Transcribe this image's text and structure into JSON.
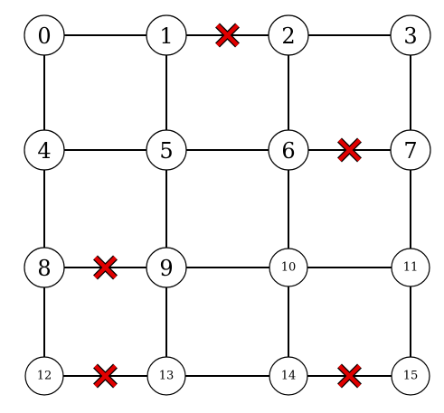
{
  "graph": {
    "nodes": [
      {
        "label": "0",
        "row": 0,
        "col": 0
      },
      {
        "label": "1",
        "row": 0,
        "col": 1
      },
      {
        "label": "2",
        "row": 0,
        "col": 2
      },
      {
        "label": "3",
        "row": 0,
        "col": 3
      },
      {
        "label": "4",
        "row": 1,
        "col": 0
      },
      {
        "label": "5",
        "row": 1,
        "col": 1
      },
      {
        "label": "6",
        "row": 1,
        "col": 2
      },
      {
        "label": "7",
        "row": 1,
        "col": 3
      },
      {
        "label": "8",
        "row": 2,
        "col": 0
      },
      {
        "label": "9",
        "row": 2,
        "col": 1
      },
      {
        "label": "10",
        "row": 2,
        "col": 2
      },
      {
        "label": "11",
        "row": 2,
        "col": 3
      },
      {
        "label": "12",
        "row": 3,
        "col": 0
      },
      {
        "label": "13",
        "row": 3,
        "col": 1
      },
      {
        "label": "14",
        "row": 3,
        "col": 2
      },
      {
        "label": "15",
        "row": 3,
        "col": 3
      }
    ],
    "edges": [
      {
        "from": 0,
        "to": 1,
        "blocked": false
      },
      {
        "from": 1,
        "to": 2,
        "blocked": true
      },
      {
        "from": 2,
        "to": 3,
        "blocked": false
      },
      {
        "from": 4,
        "to": 5,
        "blocked": false
      },
      {
        "from": 5,
        "to": 6,
        "blocked": false
      },
      {
        "from": 6,
        "to": 7,
        "blocked": true
      },
      {
        "from": 8,
        "to": 9,
        "blocked": true
      },
      {
        "from": 9,
        "to": 10,
        "blocked": false
      },
      {
        "from": 10,
        "to": 11,
        "blocked": false
      },
      {
        "from": 12,
        "to": 13,
        "blocked": true
      },
      {
        "from": 13,
        "to": 14,
        "blocked": false
      },
      {
        "from": 14,
        "to": 15,
        "blocked": true
      },
      {
        "from": 0,
        "to": 4,
        "blocked": false
      },
      {
        "from": 4,
        "to": 8,
        "blocked": false
      },
      {
        "from": 8,
        "to": 12,
        "blocked": false
      },
      {
        "from": 1,
        "to": 5,
        "blocked": false
      },
      {
        "from": 5,
        "to": 9,
        "blocked": false
      },
      {
        "from": 9,
        "to": 13,
        "blocked": false
      },
      {
        "from": 2,
        "to": 6,
        "blocked": false
      },
      {
        "from": 6,
        "to": 10,
        "blocked": false
      },
      {
        "from": 10,
        "to": 14,
        "blocked": false
      },
      {
        "from": 3,
        "to": 7,
        "blocked": false
      },
      {
        "from": 7,
        "to": 11,
        "blocked": false
      },
      {
        "from": 11,
        "to": 15,
        "blocked": false
      }
    ],
    "blocked_mark": "cross",
    "colors": {
      "edge": "#000000",
      "node_fill": "#ffffff",
      "node_stroke": "#000000",
      "blocked_mark": "#e00000"
    }
  }
}
